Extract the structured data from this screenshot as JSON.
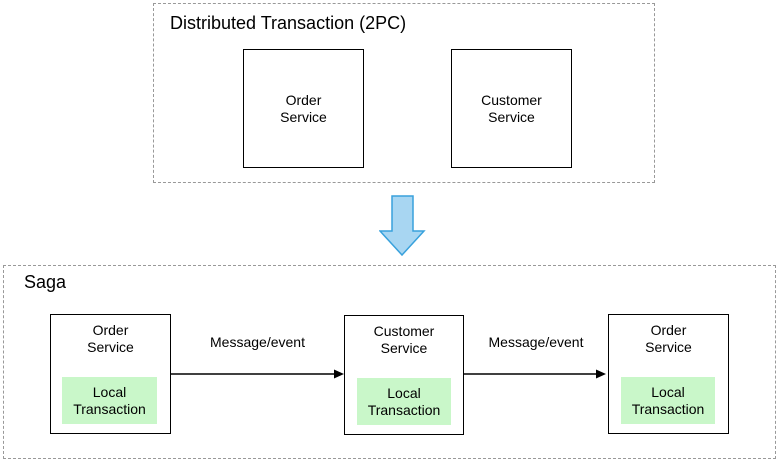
{
  "two_pc_group": {
    "title": "Distributed Transaction (2PC)",
    "nodes": [
      {
        "line1": "Order",
        "line2": "Service"
      },
      {
        "line1": "Customer",
        "line2": "Service"
      }
    ]
  },
  "transition": {
    "icon": "down-block-arrow",
    "fill": "#a8d6f2",
    "stroke": "#38a1dc"
  },
  "saga_group": {
    "title": "Saga",
    "nodes": [
      {
        "line1": "Order",
        "line2": "Service",
        "sub_line1": "Local",
        "sub_line2": "Transaction"
      },
      {
        "line1": "Customer",
        "line2": "Service",
        "sub_line1": "Local",
        "sub_line2": "Transaction"
      },
      {
        "line1": "Order",
        "line2": "Service",
        "sub_line1": "Local",
        "sub_line2": "Transaction"
      }
    ],
    "edges": [
      {
        "label": "Message/event"
      },
      {
        "label": "Message/event"
      }
    ]
  },
  "colors": {
    "local_transaction_fill": "#c9f7c9",
    "group_border": "#999999",
    "node_border": "#000000",
    "arrow_fill": "#a8d6f2",
    "arrow_stroke": "#38a1dc",
    "edge_color": "#000000",
    "text_color": "#000000",
    "background": "#ffffff"
  }
}
